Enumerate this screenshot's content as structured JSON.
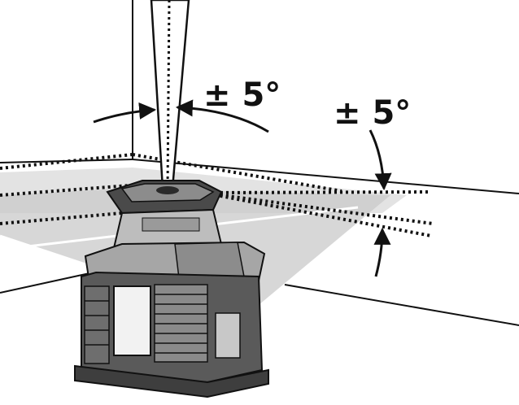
{
  "labels": {
    "vertical_tilt": "± 5°",
    "horizontal_tilt": "± 5°"
  },
  "colors": {
    "ink": "#111111",
    "plane_fill": "#cfcfcf",
    "device_dark": "#4a4a4a",
    "device_mid": "#8c8c8c",
    "device_light": "#bdbdbd",
    "background": "#ffffff"
  },
  "icons": [
    "rotating-laser-device",
    "vertical-laser-beam",
    "tilt-arrow"
  ]
}
